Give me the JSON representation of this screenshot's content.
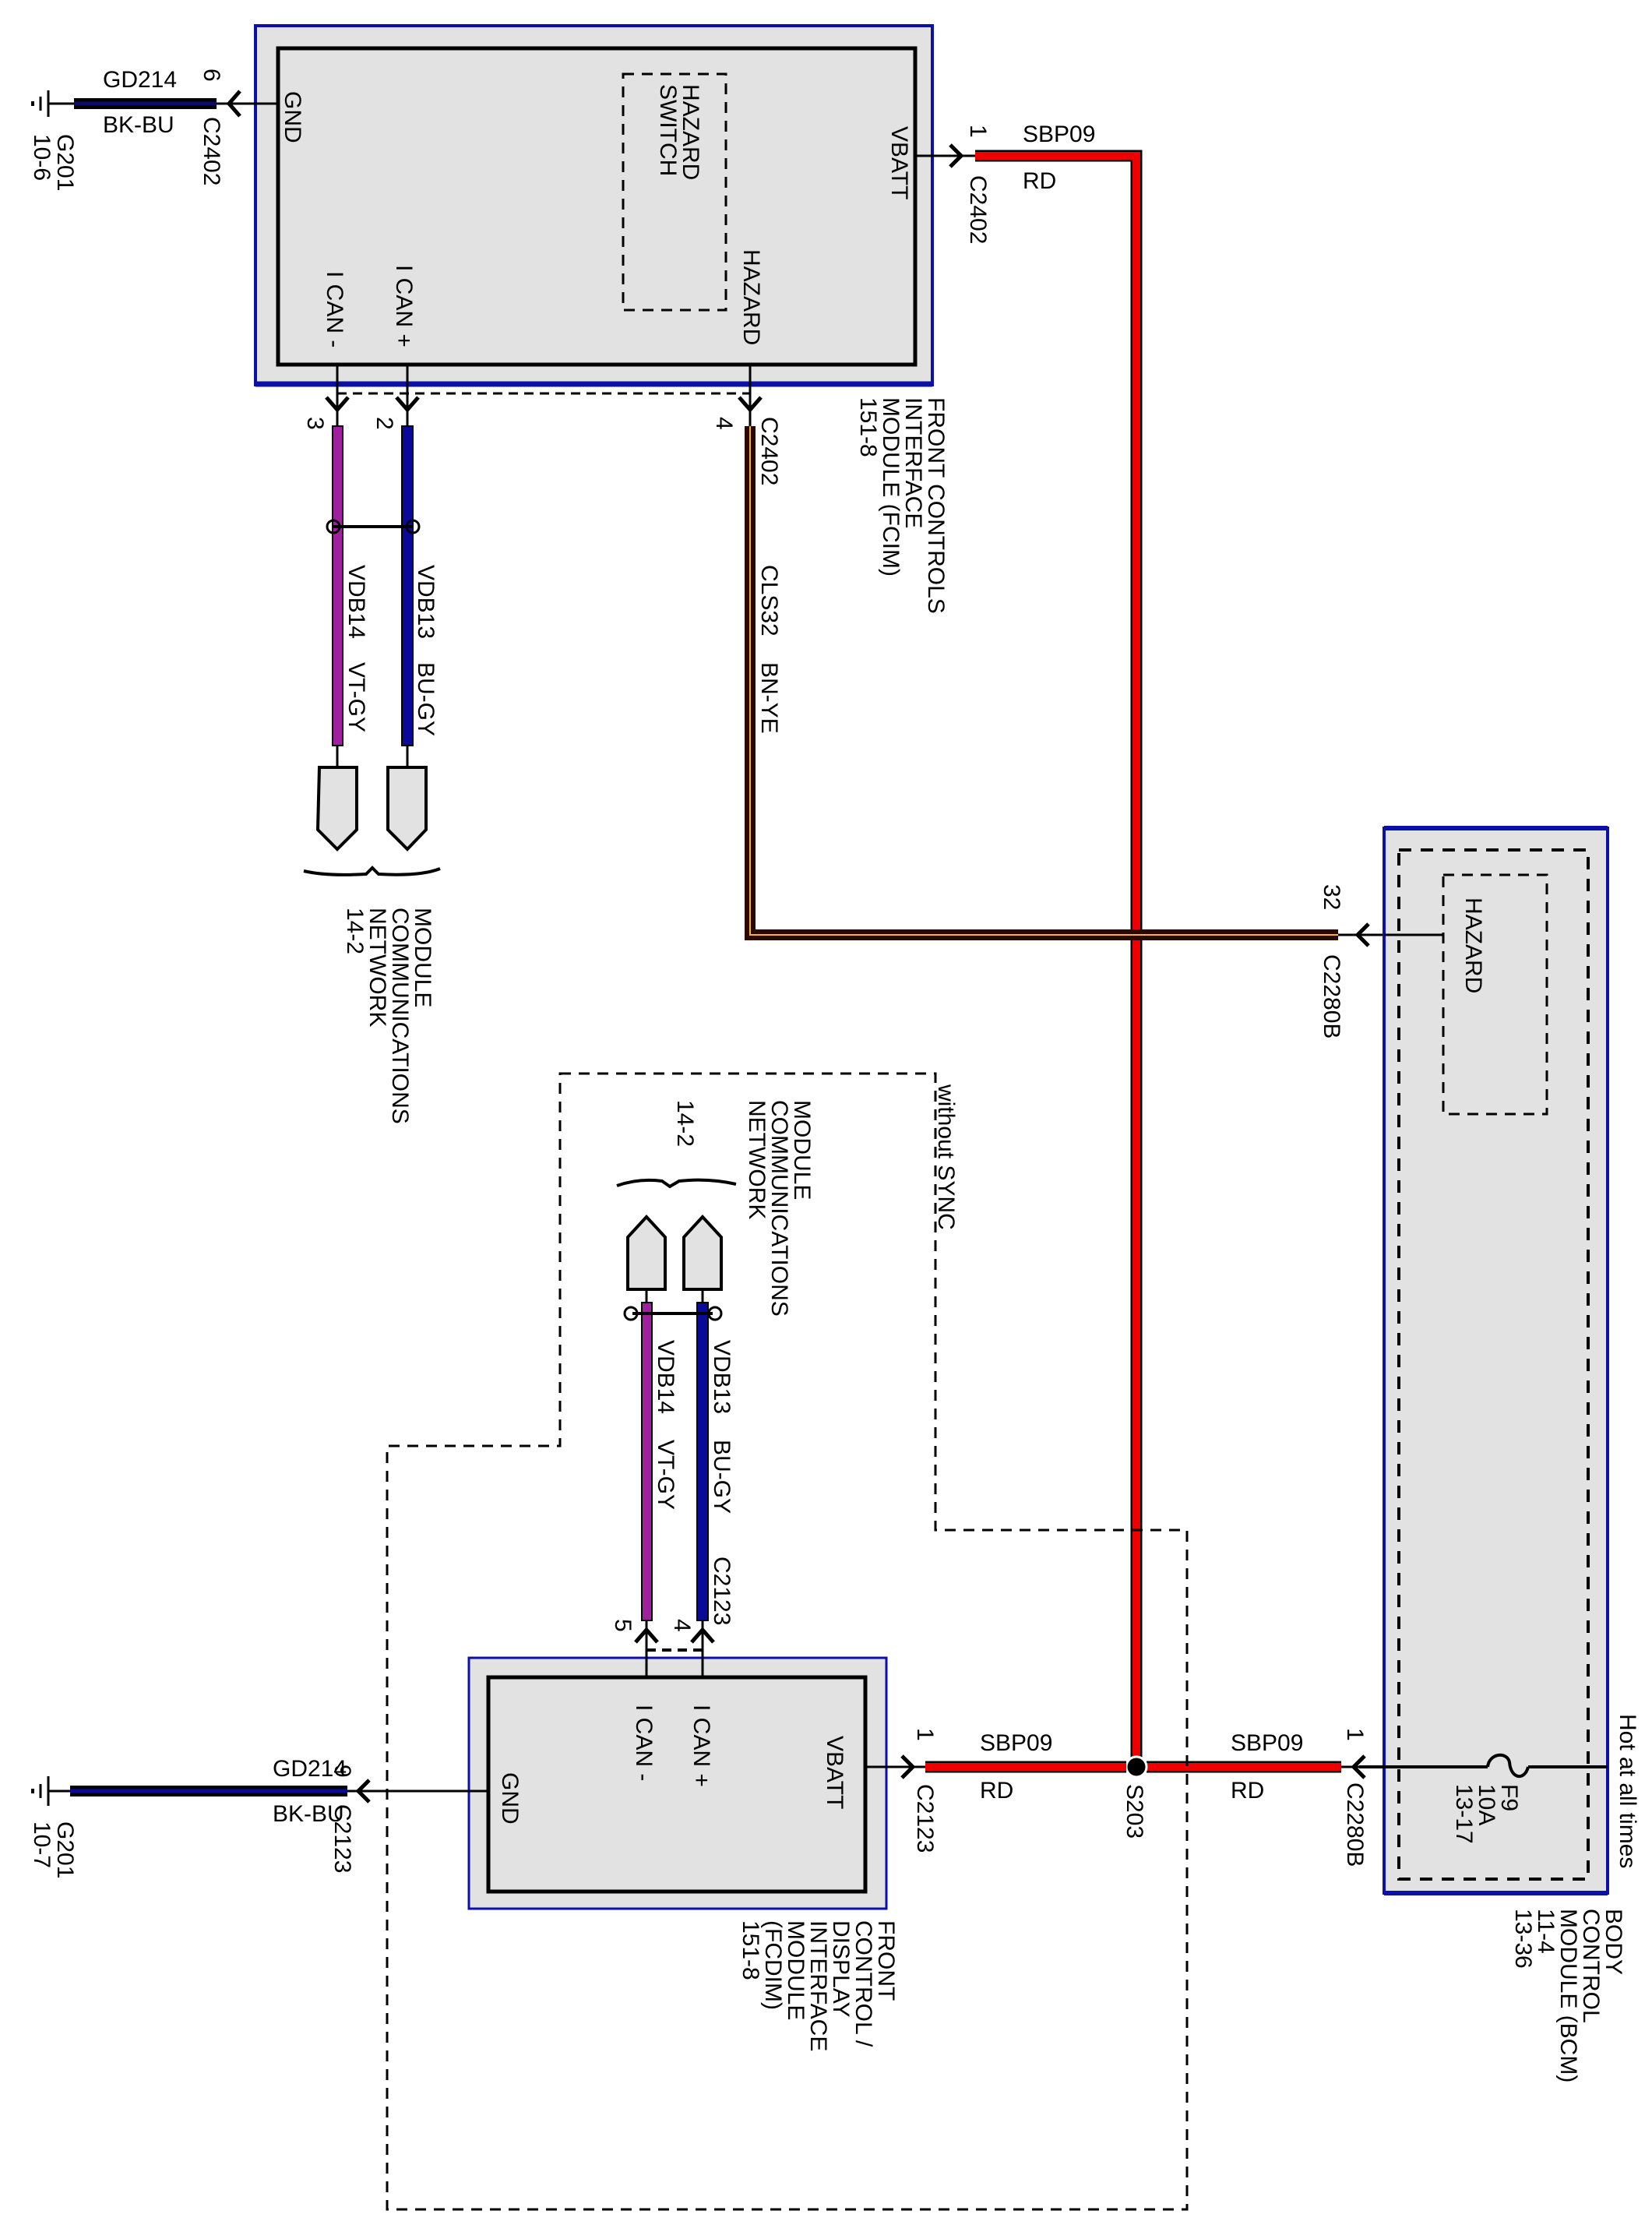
{
  "diagram": {
    "title": "Hazard / FCIM / FCDIM / BCM wiring schematic",
    "colors": {
      "module_fill": "#e2e2e2",
      "module_border": "#0a10a8",
      "wire_red": "#ee0000",
      "wire_blue": "#0a0a9a",
      "wire_violet": "#a020a0",
      "wire_brown": "#2a0a00",
      "wire_brown_stripe": "#f5b040",
      "wire_black_blue": "#0a0a6a"
    },
    "fcim": {
      "name_lines": [
        "FRONT CONTROLS",
        "INTERFACE",
        "MODULE (FCIM)",
        "151-8"
      ],
      "pins": {
        "gnd": "GND",
        "vbatt": "VBATT",
        "ican_minus": "I CAN -",
        "ican_plus": "I CAN +",
        "hazard": "HAZARD"
      },
      "switch_lines": [
        "HAZARD",
        "SWITCH"
      ],
      "gnd_circuit": {
        "pin": "6",
        "connector": "C2402",
        "circuit": "GD214",
        "color": "BK-BU",
        "ground": "G201",
        "ground_ref": "10-6"
      },
      "vbatt_circuit": {
        "pin": "1",
        "connector": "C2402",
        "circuit": "SBP09",
        "color": "RD"
      },
      "can_minus": {
        "pin": "3",
        "circuit": "VDB14",
        "color": "VT-GY"
      },
      "can_plus": {
        "pin": "2",
        "circuit": "VDB13",
        "color": "BU-GY"
      },
      "hazard_circuit": {
        "pin": "4",
        "connector": "C2402",
        "circuit": "CLS32",
        "color": "BN-YE"
      },
      "network_lines": [
        "MODULE",
        "COMMUNICATIONS",
        "NETWORK",
        "14-2"
      ]
    },
    "bcm": {
      "name_lines": [
        "BODY",
        "CONTROL",
        "MODULE (BCM)",
        "11-4",
        "13-36"
      ],
      "hazard_label": "HAZARD",
      "hazard_pin": "32",
      "hazard_connector": "C2280B",
      "power_pin": "1",
      "power_connector": "C2280B",
      "power_circuit": "SBP09",
      "power_color": "RD",
      "fuse_lines": [
        "F9",
        "10A",
        "13-17"
      ],
      "hot_label": "Hot at all times"
    },
    "splice": {
      "label": "S203"
    },
    "fcdim": {
      "name_lines": [
        "FRONT",
        "CONTROL /",
        "DISPLAY",
        "INTERFACE",
        "MODULE",
        "(FCDIM)",
        "151-8"
      ],
      "variant_label": "without SYNC",
      "pins": {
        "gnd": "GND",
        "vbatt": "VBATT",
        "ican_minus": "I CAN -",
        "ican_plus": "I CAN +"
      },
      "gnd_circuit": {
        "pin": "9",
        "connector": "C2123",
        "circuit": "GD214",
        "color": "BK-BU",
        "ground": "G201",
        "ground_ref": "10-7"
      },
      "vbatt_circuit": {
        "pin": "1",
        "connector": "C2123",
        "circuit": "SBP09",
        "color": "RD"
      },
      "can_minus": {
        "pin": "5",
        "circuit": "VDB14",
        "color": "VT-GY"
      },
      "can_plus": {
        "pin": "4",
        "circuit": "VDB13",
        "color": "BU-GY",
        "connector": "C2123"
      },
      "network_lines": [
        "MODULE",
        "COMMUNICATIONS",
        "NETWORK",
        "14-2"
      ]
    }
  }
}
